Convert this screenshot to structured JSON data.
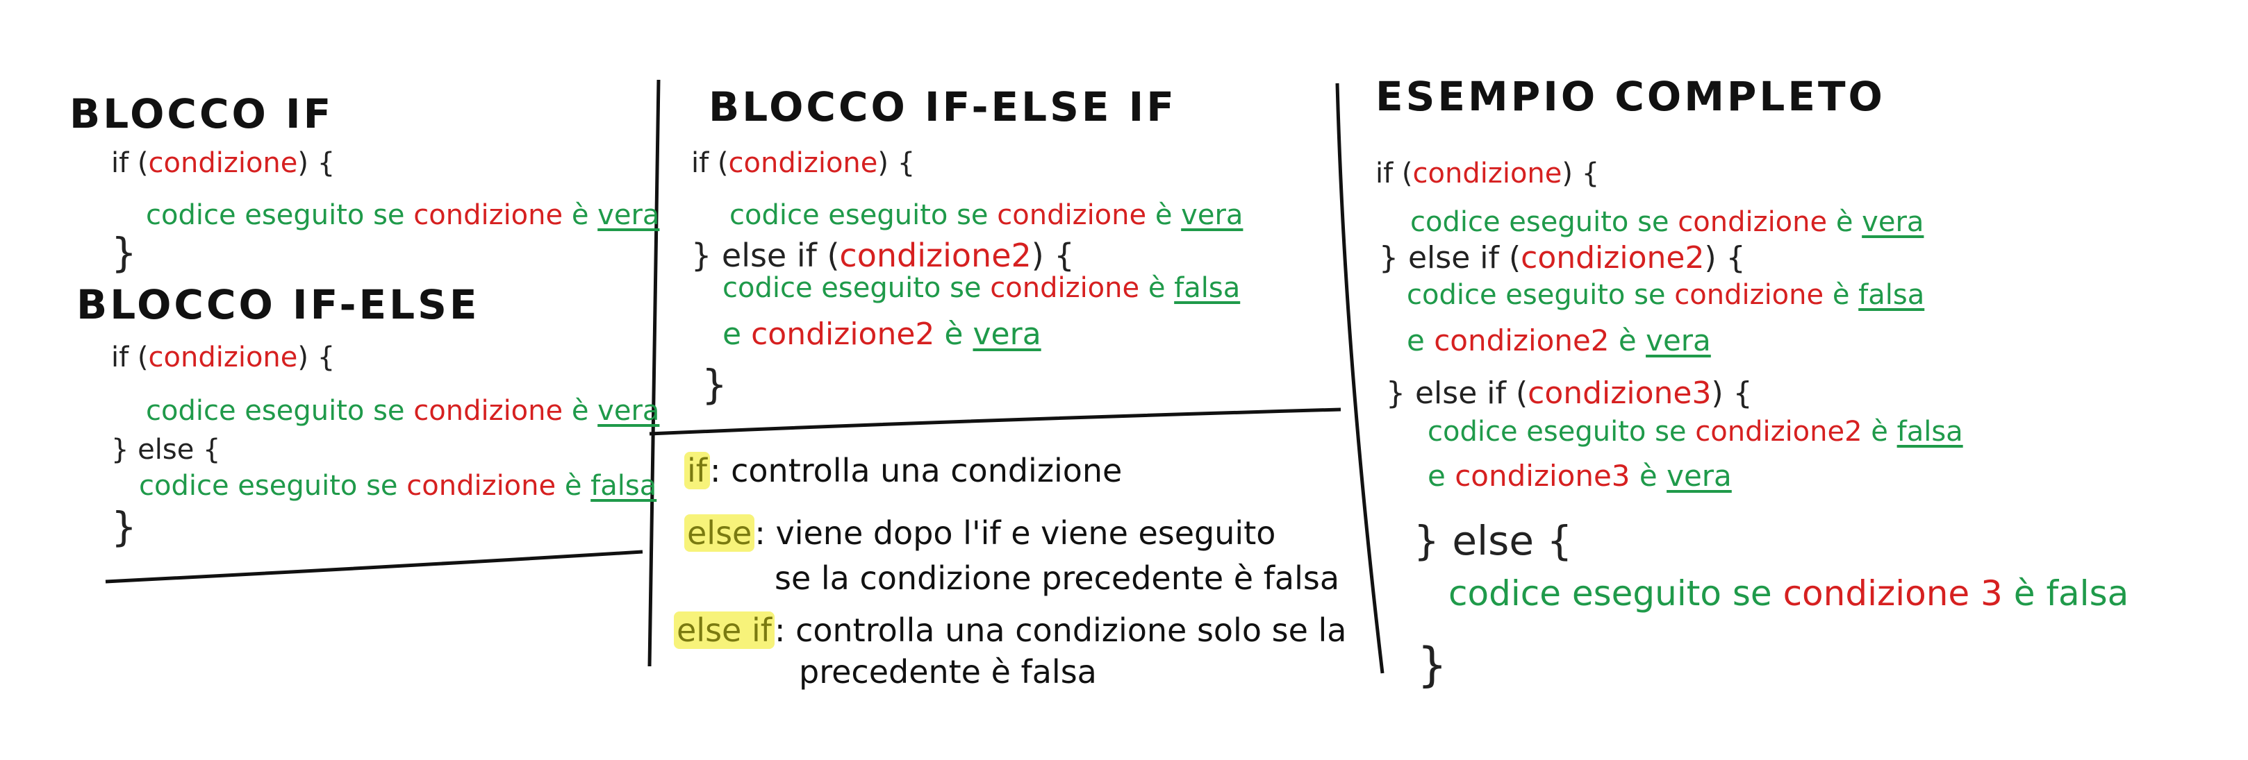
{
  "panel1": {
    "title_if": "BLOCCO IF",
    "title_ifelse": "BLOCCO IF-ELSE",
    "if_kw": "if (",
    "cond": "condizione",
    "close_paren_brace": ") {",
    "body_prefix": "codice eseguito se",
    "is_word": "è",
    "vera": "vera",
    "falsa": "falsa",
    "close_brace": "}",
    "else_kw": "} else {"
  },
  "panel2": {
    "title": "BLOCCO IF-ELSE IF",
    "if_kw": "if (",
    "cond": "condizione",
    "close_paren_brace": ") {",
    "body_prefix": "codice eseguito se",
    "is_word": "è",
    "vera": "vera",
    "falsa": "falsa",
    "elseif_kw": "} else if (",
    "cond2": "condizione2",
    "and_word": "e",
    "close_brace": "}"
  },
  "legend": {
    "if_label": "if",
    "if_desc": ": controlla una condizione",
    "else_label": "else",
    "else_desc_1": ": viene dopo l'if e viene eseguito",
    "else_desc_2": "se la condizione precedente è falsa",
    "elseif_label": "else if",
    "elseif_desc_1": ": controlla una condizione solo se la",
    "elseif_desc_2": "precedente è falsa"
  },
  "panel3": {
    "title": "ESEMPIO COMPLETO",
    "if_kw": "if (",
    "cond": "condizione",
    "close_paren_brace": ") {",
    "body_prefix": "codice eseguito se",
    "is_word": "è",
    "vera": "vera",
    "falsa": "falsa",
    "elseif_kw": "} else if (",
    "cond2": "condizione2",
    "cond3": "condizione3",
    "cond3_spaced": "condizione 3",
    "and_word": "e",
    "else_kw": "} else {",
    "close_brace": "}"
  },
  "colors": {
    "green": "#1f9a4a",
    "red": "#d62020",
    "highlight": "#f7f37a",
    "ink": "#111111"
  }
}
